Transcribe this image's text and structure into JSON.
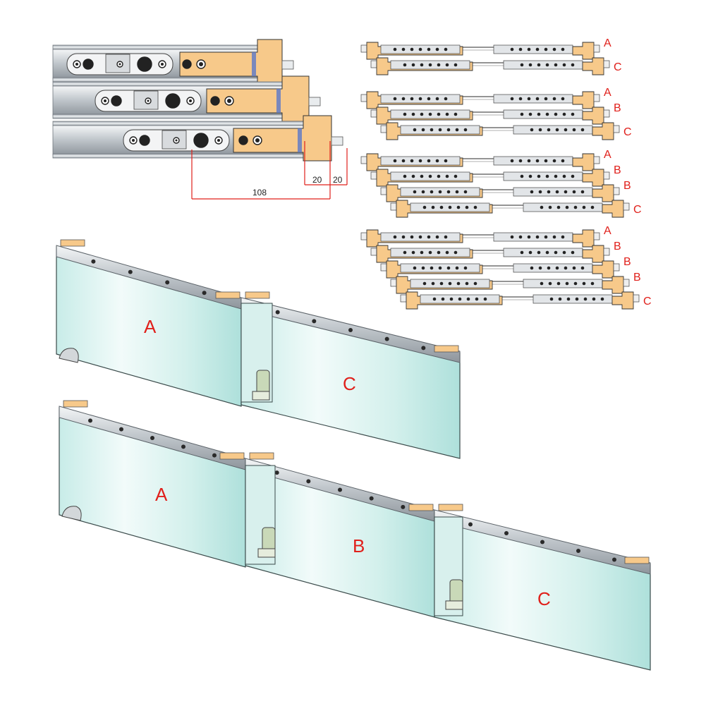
{
  "colors": {
    "label_red": "#e0201b",
    "carriage_orange": "#f7c98a",
    "carriage_outline": "#333333",
    "rail_grey": "#c9ced3",
    "rail_dark": "#8d949b",
    "glass_light": "#e6f7f6",
    "glass_mid": "#b9e6e2",
    "dim_line": "#e0201b",
    "steel_blue": "#5a78c8",
    "handle_green": "#c9d9b8"
  },
  "icons": {
    "roller": "roller-icon",
    "bolt": "bolt-icon",
    "stopper": "door-stopper-icon",
    "handle": "door-handle-icon"
  },
  "detail": {
    "dim_a": "20",
    "dim_b": "20",
    "dim_c": "108"
  },
  "schematics": [
    {
      "labels": [
        "A",
        "C"
      ]
    },
    {
      "labels": [
        "A",
        "B",
        "C"
      ]
    },
    {
      "labels": [
        "A",
        "B",
        "B",
        "C"
      ]
    },
    {
      "labels": [
        "A",
        "B",
        "B",
        "B",
        "C"
      ]
    }
  ],
  "assembly_two": {
    "panels": [
      {
        "label": "A"
      },
      {
        "label": "C"
      }
    ]
  },
  "assembly_three": {
    "panels": [
      {
        "label": "A"
      },
      {
        "label": "B"
      },
      {
        "label": "C"
      }
    ]
  }
}
